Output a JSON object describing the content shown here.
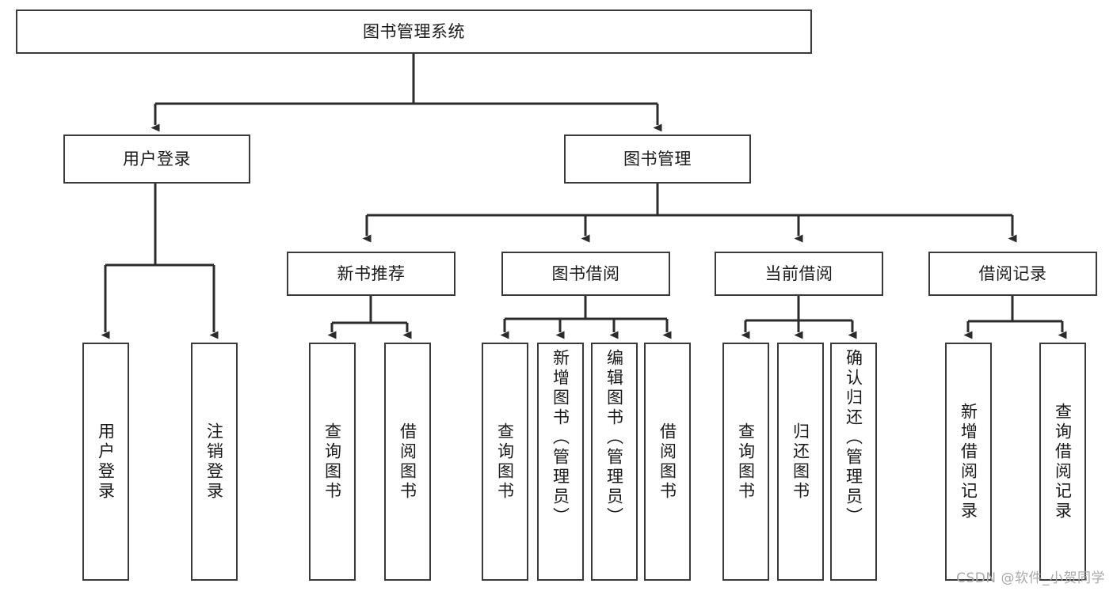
{
  "diagram": {
    "title": "图书管理系统",
    "type": "hierarchy-tree",
    "colors": {
      "box_border": "#3a3a3a",
      "box_fill": "#ffffff",
      "line": "#2b2b2b",
      "text": "#1a1a1a",
      "watermark": "#a9a9a9",
      "background": "#ffffff"
    },
    "root": {
      "label": "图书管理系统"
    },
    "level2": [
      {
        "label": "用户登录"
      },
      {
        "label": "图书管理"
      }
    ],
    "level3": [
      {
        "label": "新书推荐"
      },
      {
        "label": "图书借阅"
      },
      {
        "label": "当前借阅"
      },
      {
        "label": "借阅记录"
      }
    ],
    "leaves": {
      "user_login": [
        {
          "label": "用户登录"
        },
        {
          "label": "注销登录"
        }
      ],
      "new_book": [
        {
          "label": "查询图书"
        },
        {
          "label": "借阅图书"
        }
      ],
      "borrow_book": [
        {
          "label": "查询图书"
        },
        {
          "label": "新增图书（管理员）"
        },
        {
          "label": "编辑图书（管理员）"
        },
        {
          "label": "借阅图书"
        }
      ],
      "current_borrow": [
        {
          "label": "查询图书"
        },
        {
          "label": "归还图书"
        },
        {
          "label": "确认归还（管理员）"
        }
      ],
      "borrow_record": [
        {
          "label": "新增借阅记录"
        },
        {
          "label": "查询借阅记录"
        }
      ]
    }
  },
  "watermark": {
    "text": "CSDN @软件_小贺同学"
  }
}
